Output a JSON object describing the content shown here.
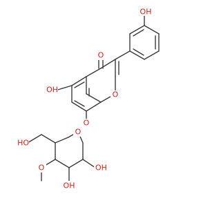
{
  "molecule": {
    "atom_color": "#e0201a",
    "bond_color": "#3a3a3a",
    "labels": {
      "oh_phenol": "OH",
      "o_ketone": "O",
      "oh_5": "OH",
      "o_ring_c": "O",
      "o_glyco": "O",
      "o_sugar_ring": "O",
      "ho_ch2": "HO",
      "o_methoxy": "O",
      "oh_sugar_3": "OH",
      "oh_sugar_2": "OH"
    }
  }
}
